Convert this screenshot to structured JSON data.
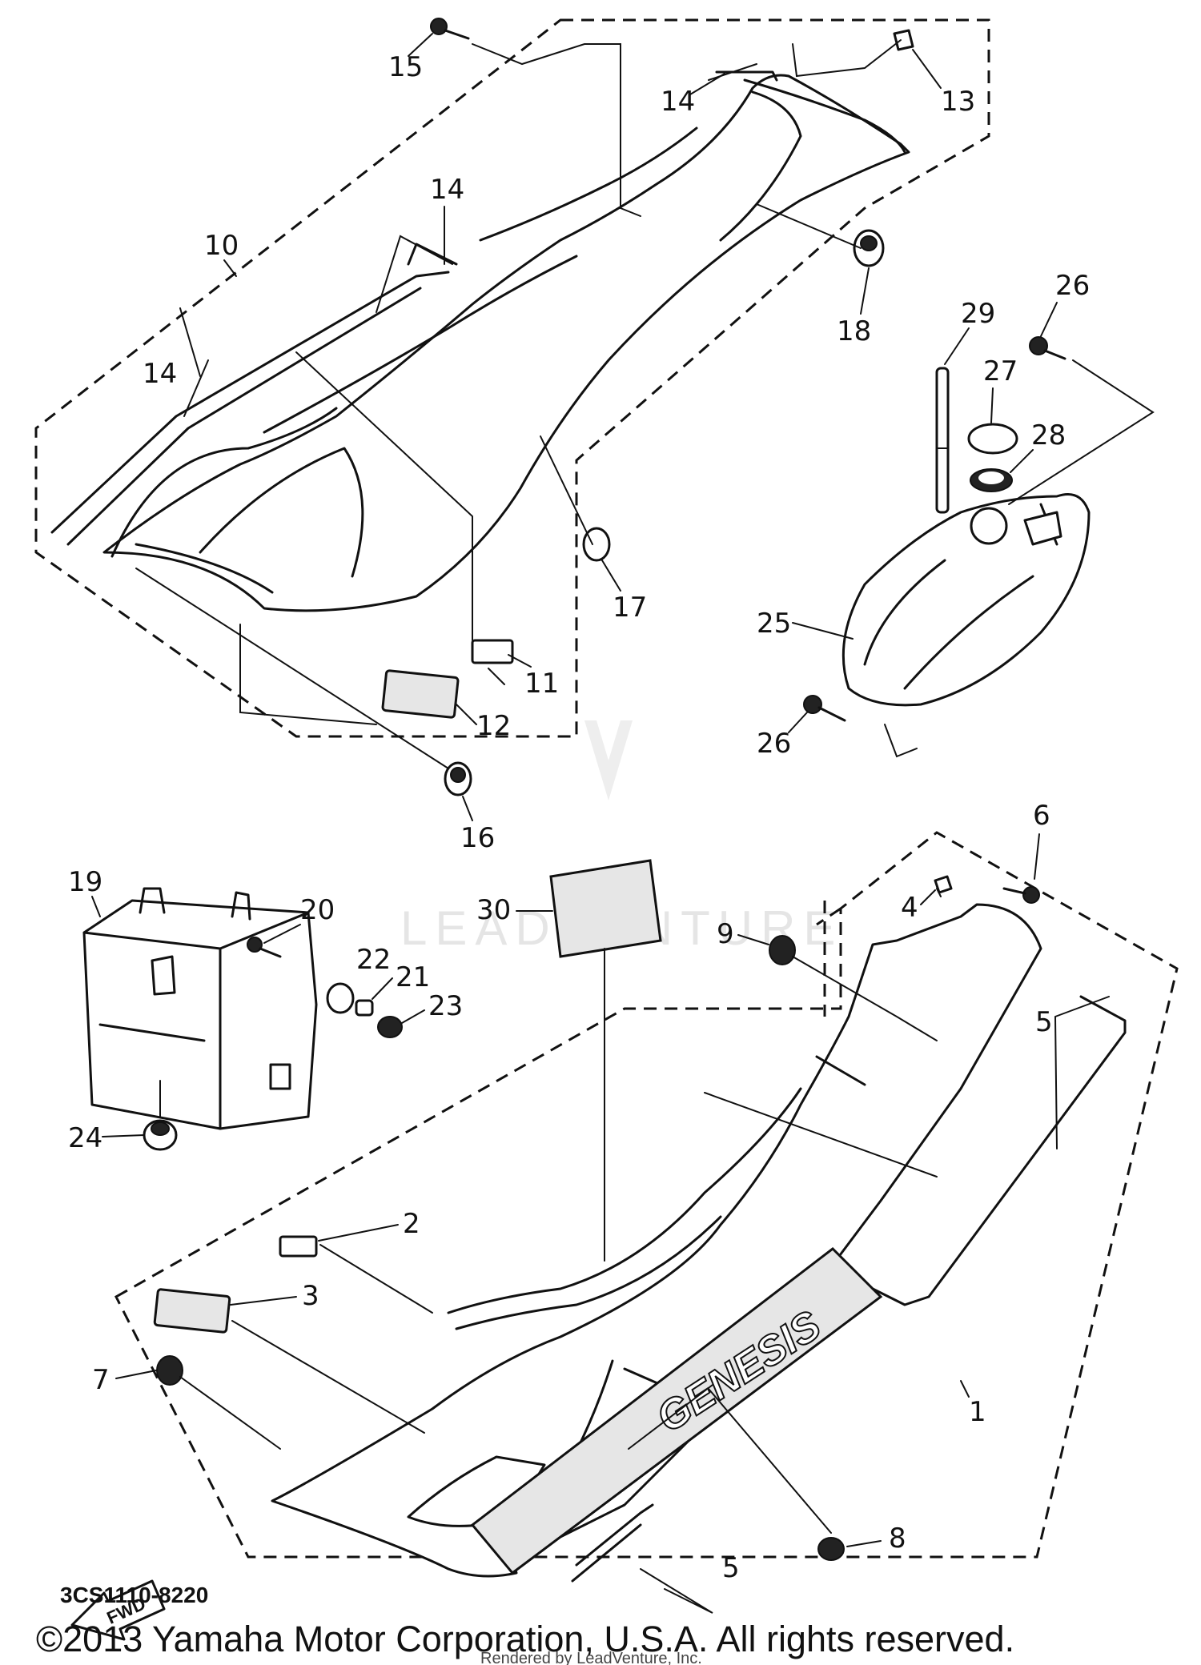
{
  "diagram": {
    "callouts": {
      "c1": "1",
      "c2": "2",
      "c3": "3",
      "c4": "4",
      "c5a": "5",
      "c5b": "5",
      "c6": "6",
      "c7": "7",
      "c8": "8",
      "c9": "9",
      "c10": "10",
      "c11": "11",
      "c12": "12",
      "c13": "13",
      "c14a": "14",
      "c14b": "14",
      "c14c": "14",
      "c15": "15",
      "c16": "16",
      "c17": "17",
      "c18": "18",
      "c19": "19",
      "c20": "20",
      "c21": "21",
      "c22": "22",
      "c23": "23",
      "c24": "24",
      "c25": "25",
      "c26a": "26",
      "c26b": "26",
      "c27": "27",
      "c28": "28",
      "c29": "29",
      "c30": "30"
    },
    "brand_text": "GENESIS",
    "fwd_label": "FWD",
    "diagram_code": "3CS1110-8220",
    "watermark": "LEADVENTURE",
    "copyright": "©2013 Yamaha Motor Corporation, U.S.A. All rights reserved.",
    "rendered_by": "Rendered by LeadVenture, Inc."
  }
}
